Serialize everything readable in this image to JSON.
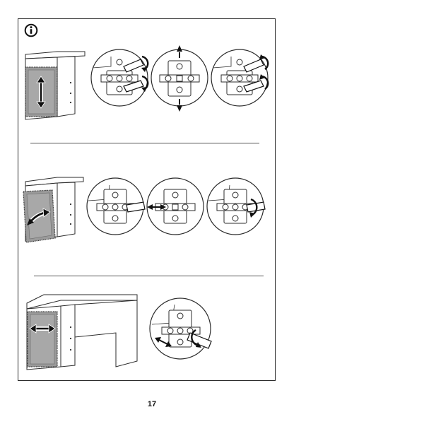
{
  "page": {
    "number": "17"
  },
  "icons": {
    "info": "info-icon",
    "door_vertical": "double-arrow-vertical-icon",
    "door_depth": "curved-arrow-icon",
    "door_horizontal": "double-arrow-horizontal-icon",
    "screwdriver": "screwdriver-icon",
    "rotate": "rotate-arrow-icon"
  },
  "steps": [
    {
      "id": "vertical-adjustment",
      "details": 3
    },
    {
      "id": "depth-adjustment",
      "details": 3
    },
    {
      "id": "side-adjustment",
      "details": 1
    }
  ],
  "colors": {
    "line": "#2b2b2b",
    "door": "#9a9a9a",
    "door_outline": "#3a3a3a",
    "cabinet": "#ffffff"
  }
}
